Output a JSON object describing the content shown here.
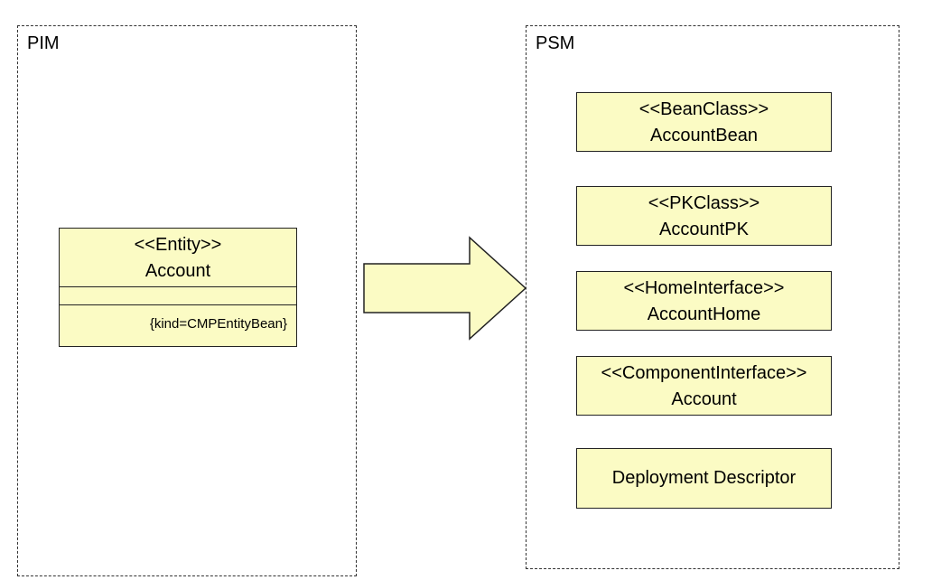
{
  "pim": {
    "label": "PIM",
    "entity": {
      "stereotype": "<<Entity>>",
      "name": "Account",
      "tagged_value": "{kind=CMPEntityBean}"
    }
  },
  "psm": {
    "label": "PSM",
    "classes": [
      {
        "stereotype": "<<BeanClass>>",
        "name": "AccountBean"
      },
      {
        "stereotype": "<<PKClass>>",
        "name": "AccountPK"
      },
      {
        "stereotype": "<<HomeInterface>>",
        "name": "AccountHome"
      },
      {
        "stereotype": "<<ComponentInterface>>",
        "name": "Account"
      }
    ],
    "descriptor": "Deployment Descriptor"
  },
  "colors": {
    "box_fill": "#fbfbc4",
    "border": "#222222"
  }
}
